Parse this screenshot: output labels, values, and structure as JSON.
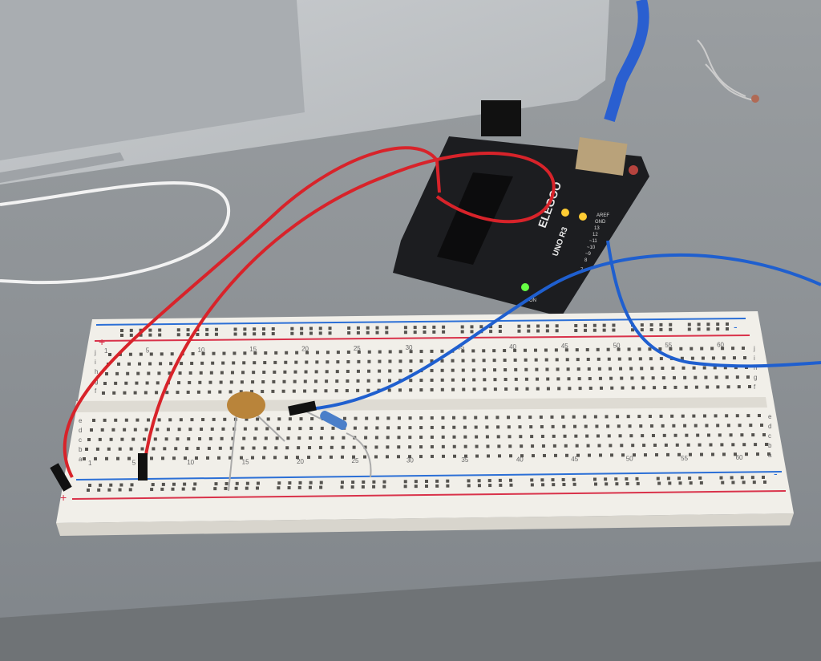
{
  "arduino": {
    "brand": "ELEGOO",
    "model": "UNO R3",
    "pin_labels": [
      "AREF",
      "GND",
      "13",
      "12",
      "~11",
      "~10",
      "~9",
      "8",
      "7"
    ],
    "on_label": "ON"
  },
  "breadboard": {
    "column_numbers": [
      "1",
      "5",
      "10",
      "15",
      "20",
      "25",
      "30",
      "35",
      "40",
      "45",
      "50",
      "55",
      "60"
    ],
    "lower_rows": [
      "a",
      "b",
      "c",
      "d",
      "e"
    ],
    "upper_rows": [
      "j",
      "i",
      "h",
      "g",
      "f"
    ],
    "plus": "+",
    "minus": "-"
  },
  "colors": {
    "red_wire": "#d8232a",
    "blue_wire": "#1f5fcf",
    "board": "#1c1d20",
    "breadboard": "#f1efe9",
    "rail_red": "#d9324a",
    "rail_blue": "#2b6fd6"
  }
}
